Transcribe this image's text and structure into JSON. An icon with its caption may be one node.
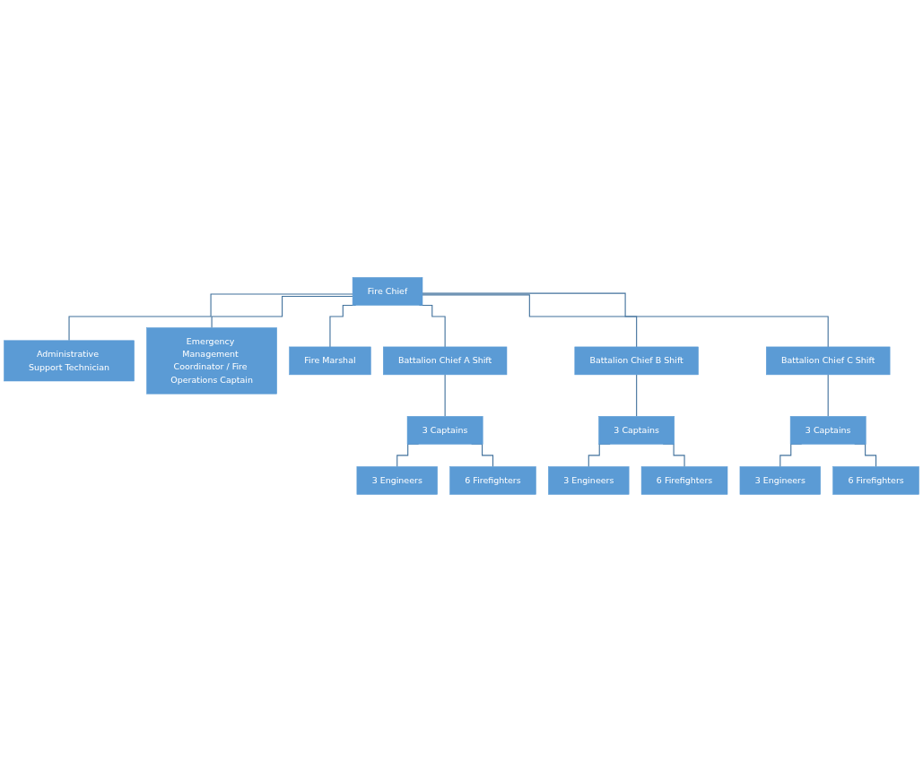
{
  "diagram": {
    "nodes": [
      {
        "text": [
          "Fire Chief"
        ]
      },
      {
        "text": [
          "Administrative Support Technician"
        ]
      },
      {
        "text": [
          "Emergency Management Coordinator / Fire Operations Captain"
        ]
      },
      {
        "text": [
          "Fire Marshal"
        ]
      },
      {
        "text": [
          "Battalion Chief A Shift"
        ]
      },
      {
        "text": [
          "Battalion Chief B Shift"
        ]
      },
      {
        "text": [
          "Battalion Chief C Shift"
        ]
      },
      {
        "text": [
          "3 Captains"
        ]
      },
      {
        "text": [
          "3 Engineers"
        ]
      },
      {
        "text": [
          "6 Firefighters"
        ]
      },
      {
        "text": [
          "3 Captains"
        ]
      },
      {
        "text": [
          "3 Engineers"
        ]
      },
      {
        "text": [
          "6 Firefighters"
        ]
      },
      {
        "text": [
          "3 Captains"
        ]
      },
      {
        "text": [
          "3 Engineers"
        ]
      },
      {
        "text": [
          "6 Firefighters"
        ]
      }
    ],
    "edges": [
      {
        "from": 0,
        "to": 1,
        "arrow": "none"
      },
      {
        "from": 0,
        "to": 2,
        "arrow": "none"
      },
      {
        "from": 0,
        "to": 3,
        "arrow": "none"
      },
      {
        "from": 0,
        "to": 4,
        "arrow": "none"
      },
      {
        "from": 0,
        "to": 5,
        "arrow": "none"
      },
      {
        "from": 0,
        "to": 6,
        "arrow": "none"
      },
      {
        "from": 4,
        "to": 7,
        "arrow": "none"
      },
      {
        "from": 7,
        "to": 8,
        "arrow": "none"
      },
      {
        "from": 7,
        "to": 9,
        "arrow": "none"
      },
      {
        "from": 5,
        "to": 10,
        "arrow": "none"
      },
      {
        "from": 10,
        "to": 11,
        "arrow": "none"
      },
      {
        "from": 10,
        "to": 12,
        "arrow": "none"
      },
      {
        "from": 6,
        "to": 13,
        "arrow": "none"
      },
      {
        "from": 13,
        "to": 14,
        "arrow": "none"
      },
      {
        "from": 13,
        "to": 15,
        "arrow": "none"
      }
    ]
  }
}
